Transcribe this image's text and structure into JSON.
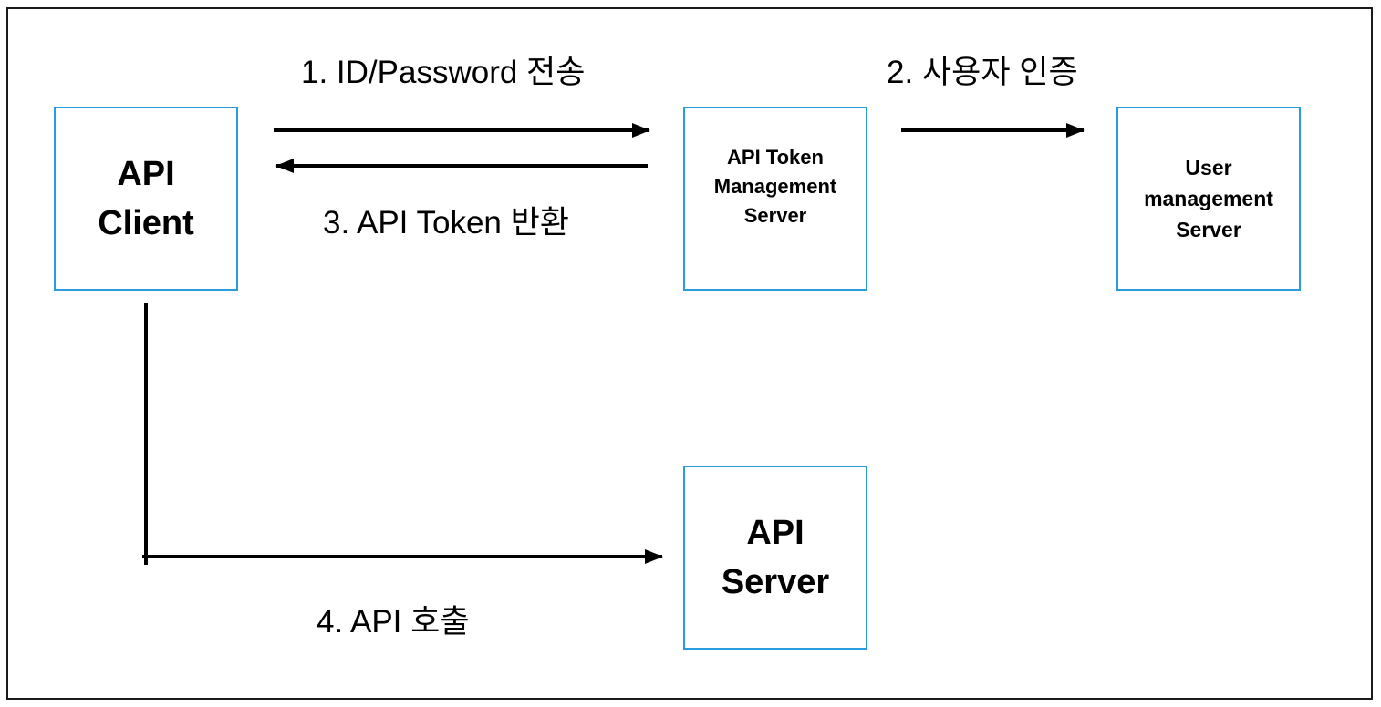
{
  "diagram": {
    "nodes": {
      "api_client": {
        "line1": "API",
        "line2": "Client"
      },
      "token_server": {
        "line1": "API Token",
        "line2": "Management",
        "line3": "Server"
      },
      "user_server": {
        "line1": "User",
        "line2": "management",
        "line3": "Server"
      },
      "api_server": {
        "line1": "API",
        "line2": "Server"
      }
    },
    "edges": {
      "step1": "1. ID/Password 전송",
      "step2": "2. 사용자 인증",
      "step3": "3. API Token 반환",
      "step4": "4. API 호출"
    },
    "colors": {
      "node_border": "#2b9be0",
      "arrow": "#000000",
      "frame": "#1a1a1a"
    }
  }
}
